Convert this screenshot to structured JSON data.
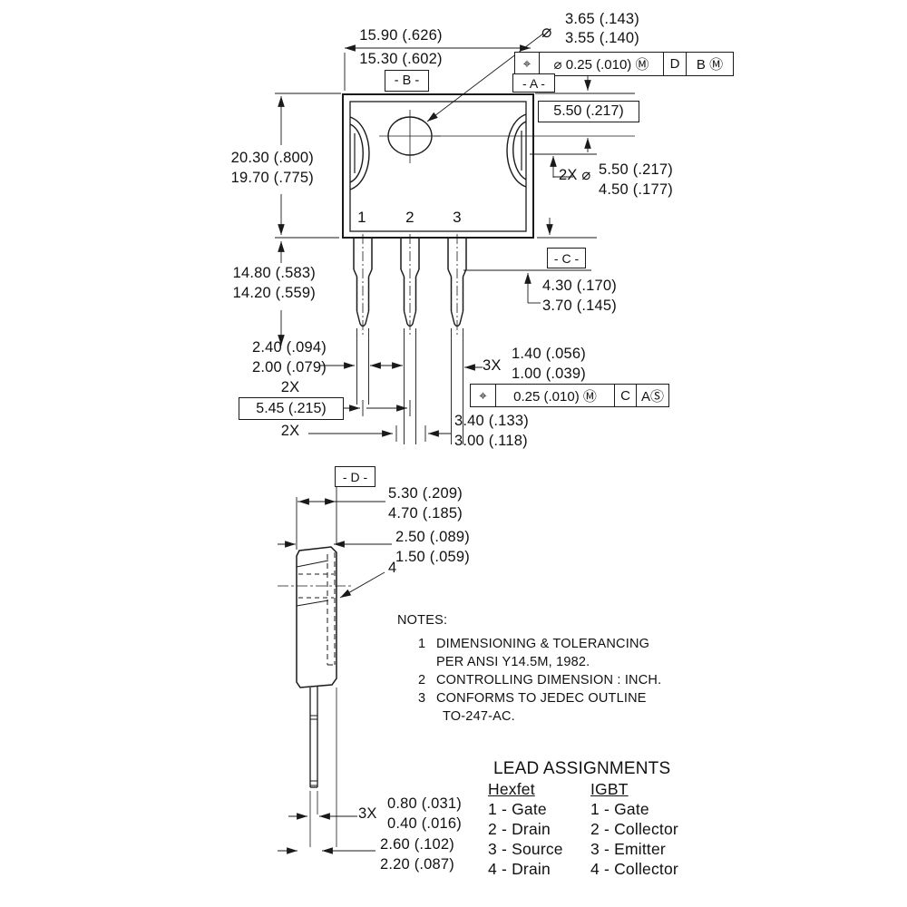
{
  "colors": {
    "line": "#1a1a1a",
    "background": "#ffffff"
  },
  "front_view": {
    "pins": [
      "1",
      "2",
      "3"
    ],
    "width_max": "15.90 (.626)",
    "width_min": "15.30 (.602)",
    "height_max": "20.30 (.800)",
    "height_min": "19.70 (.775)",
    "lead_length_max": "14.80 (.583)",
    "lead_length_min": "14.20 (.559)",
    "hole_dia_symbol": "⌀",
    "hole_dia_max": "3.65 (.143)",
    "hole_dia_min": "3.55 (.140)",
    "hole_offset_basic": "5.50 (.217)",
    "pad_qty": "2X ⌀",
    "pad_dia_max": "5.50 (.217)",
    "pad_dia_min": "4.50 (.177)",
    "shoulder_max": "4.30 (.170)",
    "shoulder_min": "3.70 (.145)",
    "lead_width_max": "2.40 (.094)",
    "lead_width_min": "2.00 (.079)",
    "lead_width_qty": "2X",
    "pitch_basic": "5.45 (.215)",
    "pitch_qty": "2X",
    "tip_width_qty": "3X",
    "tip_width_max": "1.40 (.056)",
    "tip_width_min": "1.00 (.039)",
    "tip_span_max": "3.40 (.133)",
    "tip_span_min": "3.00 (.118)"
  },
  "datums": {
    "a": "- A -",
    "b": "- B -",
    "c": "- C -",
    "d": "- D -"
  },
  "fcf_top": {
    "symbol": "⌖",
    "tolerance": "⌀ 0.25 (.010) Ⓜ",
    "ref1": "D",
    "ref2": "B Ⓜ"
  },
  "fcf_bottom": {
    "symbol": "⌖",
    "tolerance": "0.25 (.010) Ⓜ",
    "ref1": "C",
    "ref2": "AⓈ"
  },
  "side_view": {
    "width_max": "5.30 (.209)",
    "width_min": "4.70 (.185)",
    "step_max": "2.50 (.089)",
    "step_min": "1.50 (.059)",
    "lead4_label": "4",
    "thickness_qty": "3X",
    "thickness_max": "0.80 (.031)",
    "thickness_min": "0.40 (.016)",
    "lead_width_max": "2.60 (.102)",
    "lead_width_min": "2.20 (.087)"
  },
  "notes": {
    "title": "NOTES:",
    "items": [
      {
        "num": "1",
        "line1": "DIMENSIONING & TOLERANCING",
        "line2": "PER ANSI Y14.5M, 1982."
      },
      {
        "num": "2",
        "line1": "CONTROLLING DIMENSION : INCH.",
        "line2": ""
      },
      {
        "num": "3",
        "line1": "CONFORMS TO JEDEC OUTLINE",
        "line2": "TO-247-AC."
      }
    ]
  },
  "lead_assignments": {
    "title": "LEAD ASSIGNMENTS",
    "columns": [
      {
        "header": "Hexfet",
        "rows": [
          "1 - Gate",
          "2 - Drain",
          "3 - Source",
          "4 - Drain"
        ]
      },
      {
        "header": "IGBT",
        "rows": [
          "1 - Gate",
          "2 - Collector",
          "3 - Emitter",
          "4 - Collector"
        ]
      }
    ]
  }
}
